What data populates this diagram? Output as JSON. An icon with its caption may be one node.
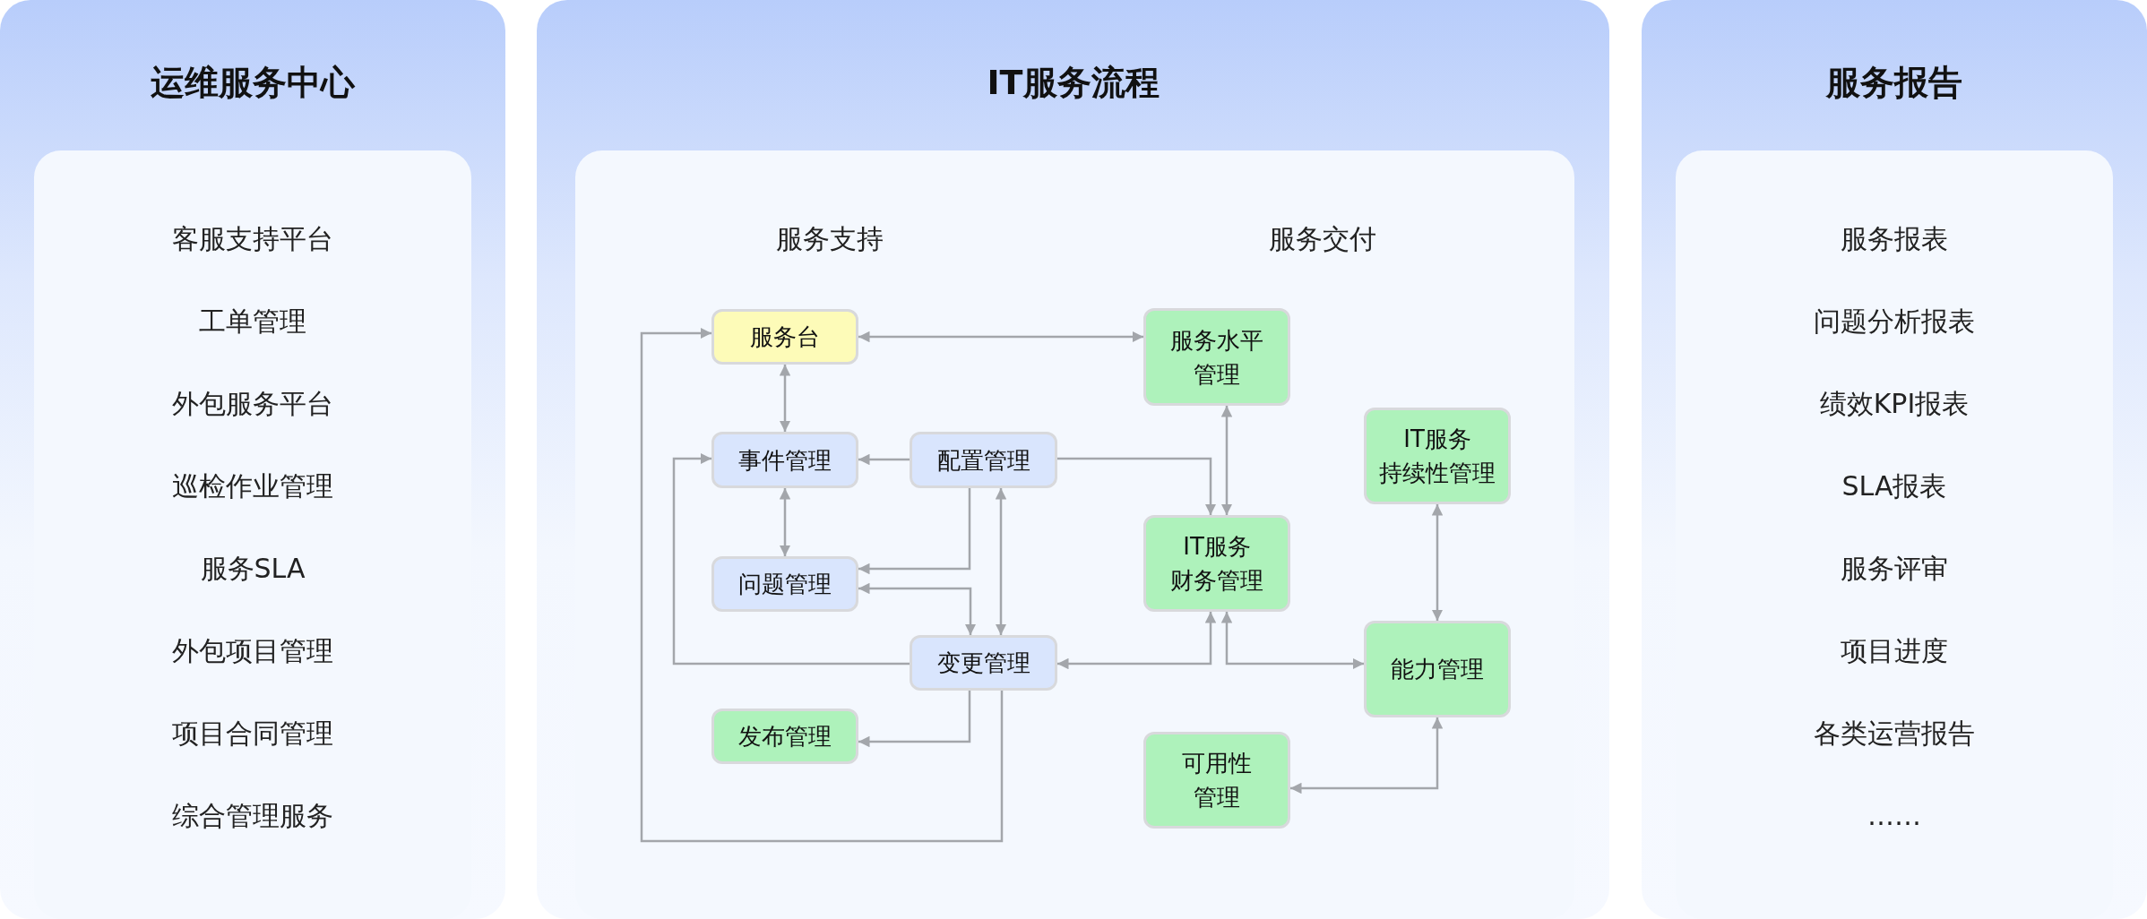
{
  "diagram": {
    "nodes": [
      {
        "text": [
          "运维服务中心"
        ]
      },
      {
        "text": [],
        "shape": "box",
        "in": 0
      },
      {
        "text": [
          "IT服务流程"
        ]
      },
      {
        "text": [],
        "shape": "box",
        "in": 2
      },
      {
        "text": [
          "服务台"
        ],
        "in": 3
      },
      {
        "text": [
          "服务水平管理"
        ],
        "in": 3
      },
      {
        "text": [
          "事件管理"
        ],
        "in": 3
      },
      {
        "text": [
          "配置管理"
        ],
        "in": 3
      },
      {
        "text": [
          "IT服务持续性管理"
        ],
        "in": 3
      },
      {
        "text": [
          "问题管理"
        ],
        "in": 3
      },
      {
        "text": [
          "IT服务财务管理"
        ],
        "in": 3
      },
      {
        "text": [
          "变更管理"
        ],
        "in": 3
      },
      {
        "text": [
          "能力管理"
        ],
        "in": 3
      },
      {
        "text": [
          "发布管理"
        ],
        "in": 3
      },
      {
        "text": [
          "可用性管理"
        ],
        "in": 3
      },
      {
        "text": [
          "服务报告"
        ]
      },
      {
        "text": [],
        "shape": "box",
        "in": 15
      }
    ],
    "edges": [
      {
        "from": 4,
        "to": 5,
        "arrow": "both"
      },
      {
        "from": 4,
        "to": 6,
        "arrow": "both"
      },
      {
        "from": 7,
        "to": 6,
        "arrow": "to"
      },
      {
        "from": 6,
        "to": 9,
        "arrow": "both"
      },
      {
        "from": 7,
        "to": 9,
        "arrow": "to"
      },
      {
        "from": 9,
        "to": 11,
        "arrow": "both"
      },
      {
        "from": 7,
        "to": 11,
        "arrow": "both"
      },
      {
        "from": 11,
        "to": 6,
        "arrow": "to"
      },
      {
        "from": 11,
        "to": 4,
        "arrow": "to"
      },
      {
        "from": 11,
        "to": 13,
        "arrow": "to"
      },
      {
        "from": 7,
        "to": 10,
        "arrow": "to"
      },
      {
        "from": 5,
        "to": 10,
        "arrow": "both"
      },
      {
        "from": 11,
        "to": 10,
        "arrow": "both"
      },
      {
        "from": 10,
        "to": 12,
        "arrow": "both"
      },
      {
        "from": 8,
        "to": 12,
        "arrow": "both"
      },
      {
        "from": 12,
        "to": 14,
        "arrow": "both"
      }
    ],
    "labels": [
      "客服支持平台",
      "工单管理",
      "外包服务平台",
      "巡检作业管理",
      "服务SLA",
      "外包项目管理",
      "项目合同管理",
      "综合管理服务",
      "服务支持",
      "服务交付",
      "服务报表",
      "问题分析报表",
      "绩效KPI报表",
      "SLA报表",
      "服务评审",
      "项目进度",
      "各类运营报告",
      "……"
    ]
  }
}
